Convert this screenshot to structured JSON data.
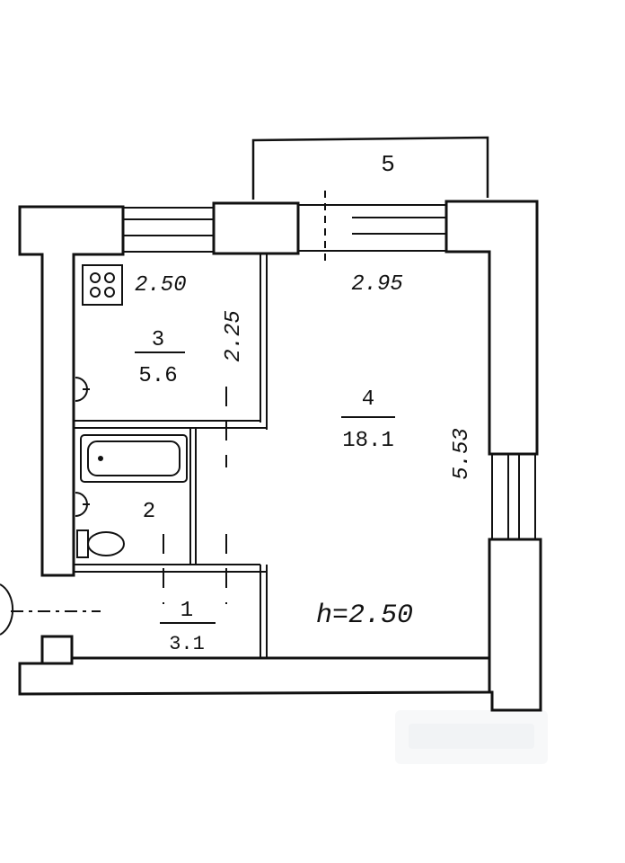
{
  "colors": {
    "ink": "#111111",
    "paper": "#ffffff",
    "watermark": "#e9ecef"
  },
  "plan": {
    "balcony": {
      "number": "5"
    },
    "rooms": [
      {
        "id": "kitchen",
        "number": "3",
        "area": "5.6"
      },
      {
        "id": "bathroom",
        "number": "2"
      },
      {
        "id": "hall",
        "number": "1",
        "area": "3.1"
      },
      {
        "id": "living",
        "number": "4",
        "area": "18.1"
      }
    ],
    "dimensions": {
      "kitchen_width": "2.50",
      "kitchen_depth": "2.25",
      "living_width": "2.95",
      "living_length": "5.53"
    },
    "ceiling_height": "h=2.50",
    "icons": {
      "stove": "stove-icon",
      "bathtub": "bathtub-icon",
      "toilet": "toilet-icon",
      "sink": "sink-icon"
    }
  }
}
